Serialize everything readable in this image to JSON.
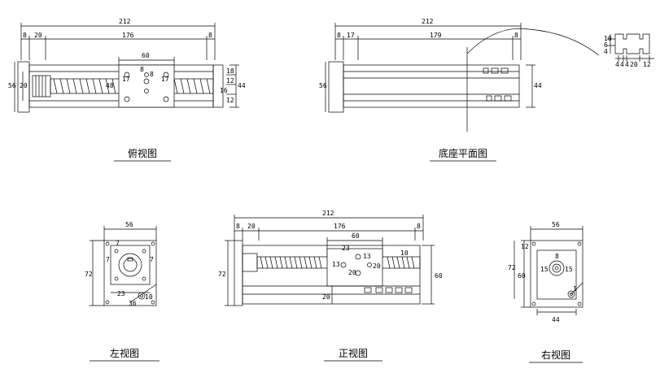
{
  "views": {
    "top": {
      "title": "俯视图",
      "dims": {
        "overall": "212",
        "left_end": "8",
        "gap": "20",
        "travel": "176",
        "right_end": "8",
        "carriage_w": "60",
        "hole_a": "17",
        "hole_b": "17",
        "hole_c": "8",
        "hole_d": "8",
        "side_h": "56",
        "rail_h": "20",
        "body_h": "44",
        "r1": "18",
        "r2": "12",
        "r3": "16",
        "r4": "12",
        "carr_h": "48"
      }
    },
    "base": {
      "title": "底座平面图",
      "dims": {
        "overall": "212",
        "left_end": "8",
        "gap": "17",
        "span": "179",
        "right_end": "8",
        "side_h": "56",
        "body_h": "44"
      }
    },
    "profile": {
      "dims": {
        "h1": "10",
        "h2": "6",
        "h3": "4",
        "w1": "4",
        "w2": "4",
        "w3": "4",
        "w4": "20",
        "w5": "12"
      }
    },
    "left": {
      "title": "左视图",
      "dims": {
        "width": "56",
        "height": "72",
        "s1": "7",
        "s2": "7",
        "s3": "7",
        "s4": "23",
        "s5": "10",
        "s6": "36"
      }
    },
    "front": {
      "title": "正视图",
      "dims": {
        "overall": "212",
        "left_end": "8",
        "gap": "20",
        "travel": "176",
        "right_end": "8",
        "carriage_w": "60",
        "off1": "23",
        "off2": "13",
        "off3": "20",
        "off4": "20",
        "off5": "13",
        "off6": "10",
        "height": "72",
        "base_h": "20",
        "carr_h": "60"
      }
    },
    "right": {
      "title": "右视图",
      "dims": {
        "width": "56",
        "bottom_w": "44",
        "h1": "12",
        "h2": "60",
        "h3": "72",
        "c1": "8",
        "c2": "15",
        "c3": "15",
        "c4": "1"
      }
    }
  }
}
